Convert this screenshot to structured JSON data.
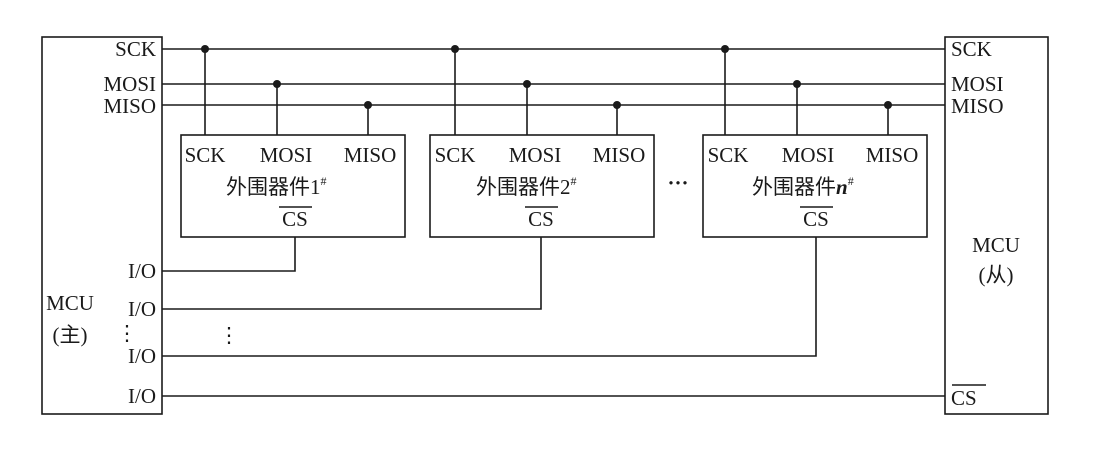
{
  "master": {
    "name": "MCU",
    "role": "(主)",
    "pins": {
      "sck": "SCK",
      "mosi": "MOSI",
      "miso": "MISO",
      "io1": "I/O",
      "io2": "I/O",
      "io3": "I/O",
      "io4": "I/O",
      "vdots": "⋮"
    }
  },
  "slave_mcu": {
    "name": "MCU",
    "role": "(从)",
    "pins": {
      "sck": "SCK",
      "mosi": "MOSI",
      "miso": "MISO",
      "cs": "CS"
    }
  },
  "peripherals": [
    {
      "pins": {
        "sck": "SCK",
        "mosi": "MOSI",
        "miso": "MISO"
      },
      "name": "外围器件",
      "index": "1",
      "mark": "#",
      "cs": "CS"
    },
    {
      "pins": {
        "sck": "SCK",
        "mosi": "MOSI",
        "miso": "MISO"
      },
      "name": "外围器件",
      "index": "2",
      "mark": "#",
      "cs": "CS"
    },
    {
      "pins": {
        "sck": "SCK",
        "mosi": "MOSI",
        "miso": "MISO"
      },
      "name": "外围器件",
      "index": "n",
      "mark": "#",
      "cs": "CS"
    }
  ],
  "ellipsis_h": "···",
  "ellipsis_v": "⋮"
}
